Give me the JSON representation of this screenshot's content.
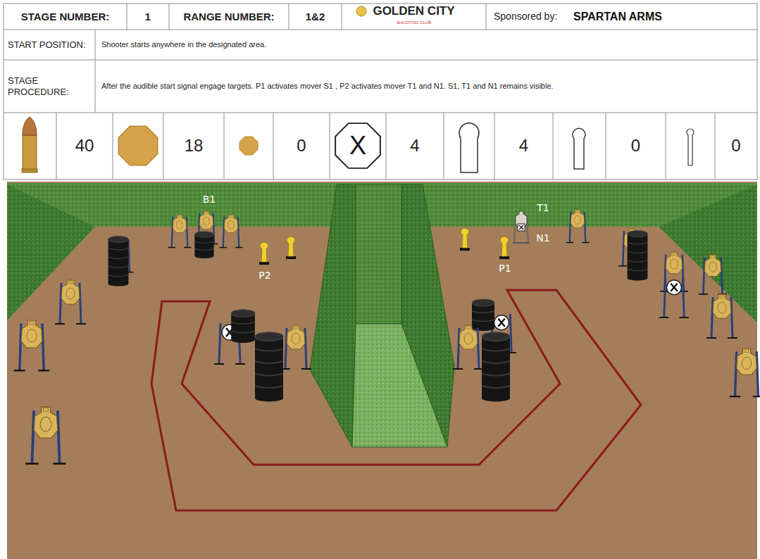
{
  "diagram": {
    "labels": [
      "STAGE NUMBER:",
      "1",
      "RANGE NUMBER:",
      "1&2",
      "GOLDEN CITY",
      "SHOOTING CLUB",
      "Sponsored by:",
      "SPARTAN ARMS",
      "START POSITION:",
      "Shooter starts anywhere in the designated area.",
      "STAGE PROCEDURE:",
      "After the audible start signal engage targets. P1 activates mover S1 , P2 activates mover T1 and N1. S1, T1 and N1 remains visible.",
      "40",
      "18",
      "0",
      "4",
      "4",
      "0",
      "0",
      "X",
      "B1",
      "T1",
      "N1",
      "P2",
      "P1"
    ]
  }
}
